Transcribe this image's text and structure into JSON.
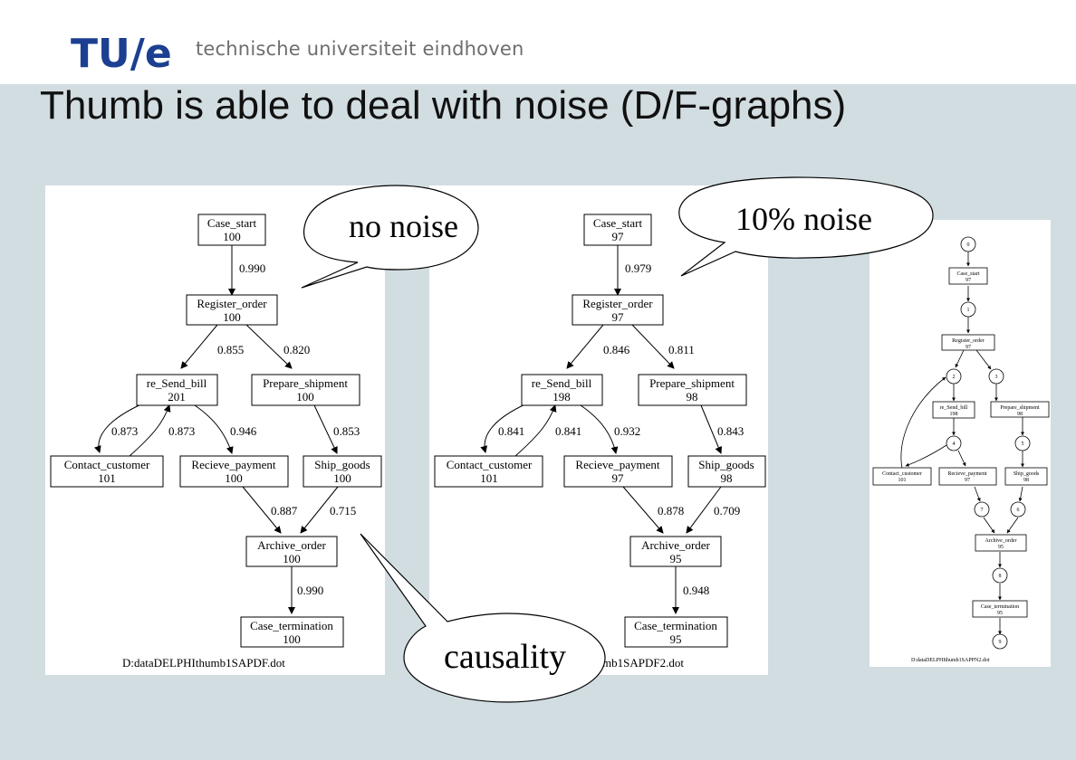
{
  "header": {
    "logo_text": "TU/e",
    "university": "technische universiteit eindhoven"
  },
  "title": "Thumb is able to deal with noise (D/F-graphs)",
  "callouts": {
    "no_noise": "no noise",
    "ten_percent_noise": "10% noise",
    "causality": "causality"
  },
  "graph_no_noise": {
    "nodes": {
      "case_start": [
        "Case_start",
        "100"
      ],
      "register_order": [
        "Register_order",
        "100"
      ],
      "resend_bill": [
        "re_Send_bill",
        "201"
      ],
      "prepare_shipment": [
        "Prepare_shipment",
        "100"
      ],
      "contact_customer": [
        "Contact_customer",
        "101"
      ],
      "recieve_payment": [
        "Recieve_payment",
        "100"
      ],
      "ship_goods": [
        "Ship_goods",
        "100"
      ],
      "archive_order": [
        "Archive_order",
        "100"
      ],
      "case_termination": [
        "Case_termination",
        "100"
      ]
    },
    "edges": {
      "start_register": "0.990",
      "register_resend": "0.855",
      "register_prepare": "0.820",
      "resend_contact": "0.873",
      "contact_resend": "0.873",
      "resend_recieve": "0.946",
      "prepare_ship": "0.853",
      "recieve_archive": "0.887",
      "ship_archive": "0.715",
      "archive_termination": "0.990"
    },
    "filename": "D:dataDELPHIthumb1SAPDF.dot"
  },
  "graph_noise": {
    "nodes": {
      "case_start": [
        "Case_start",
        "97"
      ],
      "register_order": [
        "Register_order",
        "97"
      ],
      "resend_bill": [
        "re_Send_bill",
        "198"
      ],
      "prepare_shipment": [
        "Prepare_shipment",
        "98"
      ],
      "contact_customer": [
        "Contact_customer",
        "101"
      ],
      "recieve_payment": [
        "Recieve_payment",
        "97"
      ],
      "ship_goods": [
        "Ship_goods",
        "98"
      ],
      "archive_order": [
        "Archive_order",
        "95"
      ],
      "case_termination": [
        "Case_termination",
        "95"
      ]
    },
    "edges": {
      "start_register": "0.979",
      "register_resend": "0.846",
      "register_prepare": "0.811",
      "resend_contact": "0.841",
      "contact_resend": "0.841",
      "resend_recieve": "0.932",
      "prepare_ship": "0.843",
      "recieve_archive": "0.878",
      "ship_archive": "0.709",
      "archive_termination": "0.948"
    },
    "filename": "mb1SAPDF2.dot"
  },
  "petri_net": {
    "places": [
      "0",
      "1",
      "2",
      "3",
      "4",
      "5",
      "7",
      "6",
      "8",
      "9"
    ],
    "transitions": {
      "case_start": [
        "Case_start",
        "97"
      ],
      "register_order": [
        "Register_order",
        "97"
      ],
      "resend_bill": [
        "re_Send_bill",
        "198"
      ],
      "prepare_shipment": [
        "Prepare_shipment",
        "98"
      ],
      "contact_customer": [
        "Contact_customer",
        "101"
      ],
      "recieve_payment": [
        "Recieve_payment",
        "97"
      ],
      "ship_goods": [
        "Ship_goods",
        "98"
      ],
      "archive_order": [
        "Archive_order",
        "95"
      ],
      "case_termination": [
        "Case_termination",
        "95"
      ]
    },
    "filename": "D:dataDELPHIthumb1SAPPN2.dot"
  }
}
